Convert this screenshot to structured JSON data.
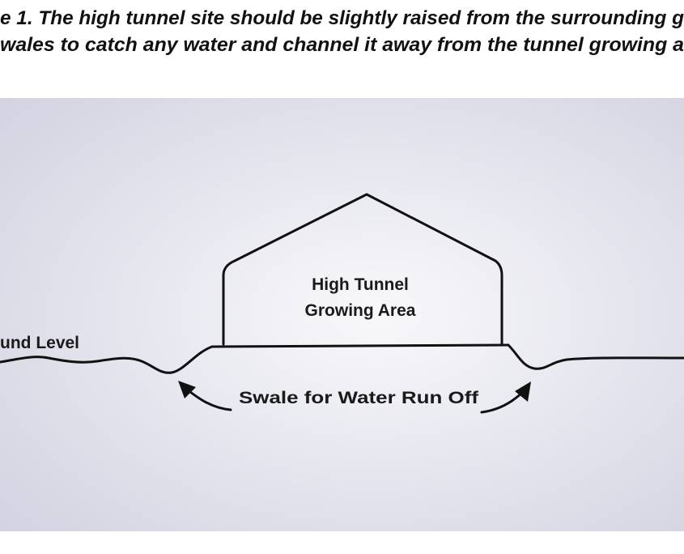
{
  "caption": {
    "line1": "e 1.  The high tunnel site should be slightly raised from the surrounding g",
    "line2": "wales to catch any water and channel it away from the tunnel growing a"
  },
  "diagram": {
    "tunnel_label_line1": "High Tunnel",
    "tunnel_label_line2": "Growing Area",
    "ground_label": "und Level",
    "swale_label": "Swale for Water Run Off"
  },
  "colors": {
    "background_center": "#f7f7fa",
    "background_edge": "#d3d3e2",
    "ink": "#111111"
  }
}
